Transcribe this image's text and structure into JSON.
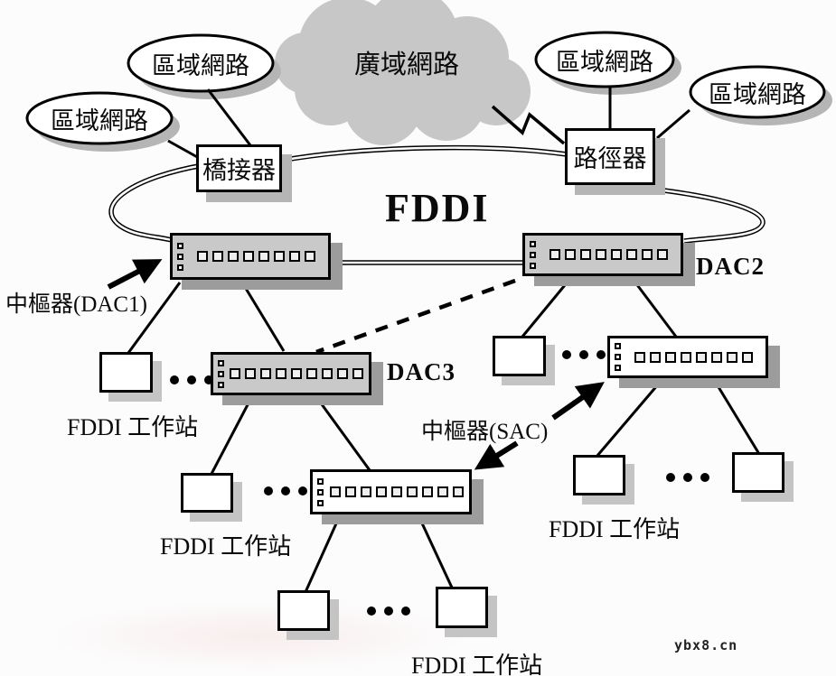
{
  "wan": {
    "label": "廣域網路"
  },
  "lans": [
    {
      "label": "區域網路"
    },
    {
      "label": "區域網路"
    },
    {
      "label": "區域網路"
    },
    {
      "label": "區域網路"
    }
  ],
  "ring": {
    "label": "FDDI"
  },
  "devices": {
    "bridge": {
      "label": "橋接器"
    },
    "router": {
      "label": "路徑器"
    },
    "dac1": {
      "annotation": "中樞器(DAC1)",
      "ports": 8
    },
    "dac2": {
      "label": "DAC2",
      "ports": 8
    },
    "dac3": {
      "label": "DAC3",
      "ports": 9
    },
    "sac_mid": {
      "ports": 9
    },
    "sac_right": {
      "ports": 8
    },
    "sac_annotation": "中樞器(SAC)"
  },
  "workstation_groups": [
    {
      "label": "FDDI 工作站"
    },
    {
      "label": "FDDI 工作站"
    },
    {
      "label": "FDDI 工作站"
    },
    {
      "label": "FDDI 工作站"
    }
  ],
  "watermark": "ybx8.cn",
  "colors": {
    "background": "#fcfcfc",
    "cloud_fill": "#c7c7c7",
    "device_fill": "#c9c9c9",
    "box_shadow": "#b5b5b5",
    "device_shadow": "#9c9c9c",
    "line": "#000000"
  }
}
